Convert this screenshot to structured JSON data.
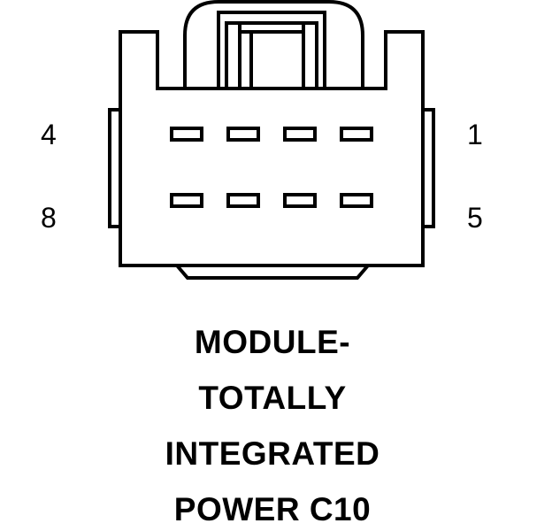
{
  "pin_labels": {
    "top_left": "4",
    "bottom_left": "8",
    "top_right": "1",
    "bottom_right": "5"
  },
  "caption": {
    "line1": "MODULE-",
    "line2": "TOTALLY",
    "line3": "INTEGRATED",
    "line4": "POWER C10"
  },
  "colors": {
    "stroke": "#000000",
    "background": "#ffffff"
  }
}
